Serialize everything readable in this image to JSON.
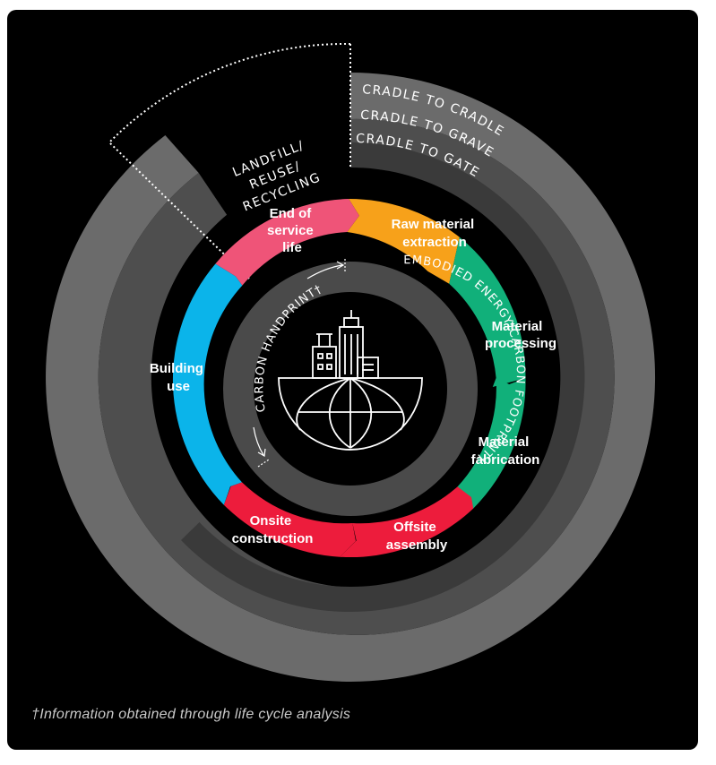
{
  "colors": {
    "background": "#000000",
    "ring_cradle_to_cradle": "#6b6b6b",
    "ring_cradle_to_grave": "#4e4e4e",
    "ring_cradle_to_gate": "#3a3a3a",
    "end_of_service_life": "#ef5478",
    "raw_material_extraction": "#f7a11a",
    "material_processing": "#11b07a",
    "material_fabrication": "#11b07a",
    "offsite_assembly": "#ed1c3c",
    "onsite_construction": "#ed1c3c",
    "building_use": "#0bb4ea",
    "inner_band": "#4a4a4a",
    "text_light": "#ffffff"
  },
  "rings": {
    "cradle_to_cradle": "CRADLE TO CRADLE",
    "cradle_to_grave": "CRADLE TO GRAVE",
    "cradle_to_gate": "CRADLE TO GATE"
  },
  "landfill_label": [
    "LANDFILL/",
    "REUSE/",
    "RECYCLING"
  ],
  "stages": {
    "end_of_service_life": [
      "End of",
      "service",
      "life"
    ],
    "raw_material_extraction": [
      "Raw material",
      "extraction"
    ],
    "material_processing": [
      "Material",
      "processing"
    ],
    "material_fabrication": [
      "Material",
      "fabrication"
    ],
    "offsite_assembly": [
      "Offsite",
      "assembly"
    ],
    "onsite_construction": [
      "Onsite",
      "construction"
    ],
    "building_use": [
      "Building",
      "use"
    ]
  },
  "inner_band": {
    "embodied": "EMBODIED ENERGY/CARBON FOOTPRINT†",
    "handprint": "CARBON HANDPRINT†"
  },
  "center_icon": "globe-with-buildings-icon",
  "footnote": "†Information obtained through life cycle analysis"
}
